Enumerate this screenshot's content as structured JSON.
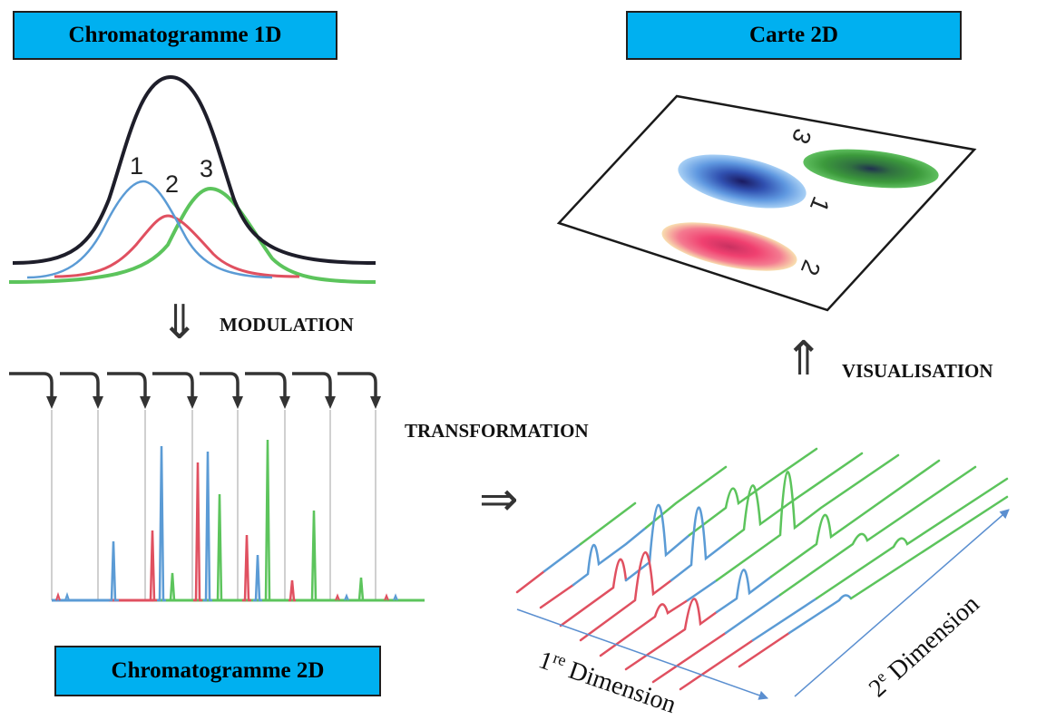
{
  "titles": {
    "chromatogram_1d": "Chromatogramme 1D",
    "carte_2d": "Carte 2D",
    "chromatogram_2d": "Chromatogramme 2D"
  },
  "steps": {
    "modulation": "MODULATION",
    "transformation": "TRANSFORMATION",
    "visualisation": "VISUALISATION"
  },
  "peaks": {
    "p1": "1",
    "p2": "2",
    "p3": "3"
  },
  "axes": {
    "first_dimension_sup": "re",
    "first_dimension_prefix": "1",
    "first_dimension_text": " Dimension",
    "second_dimension_prefix": "2",
    "second_dimension_sup": "e",
    "second_dimension_text": " Dimension"
  },
  "colors": {
    "title_box": "#00b0f0",
    "envelope": "#1e1e2a",
    "peak1_blue": "#5b9bd5",
    "peak2_red": "#e05060",
    "peak3_green": "#5cc45c"
  }
}
